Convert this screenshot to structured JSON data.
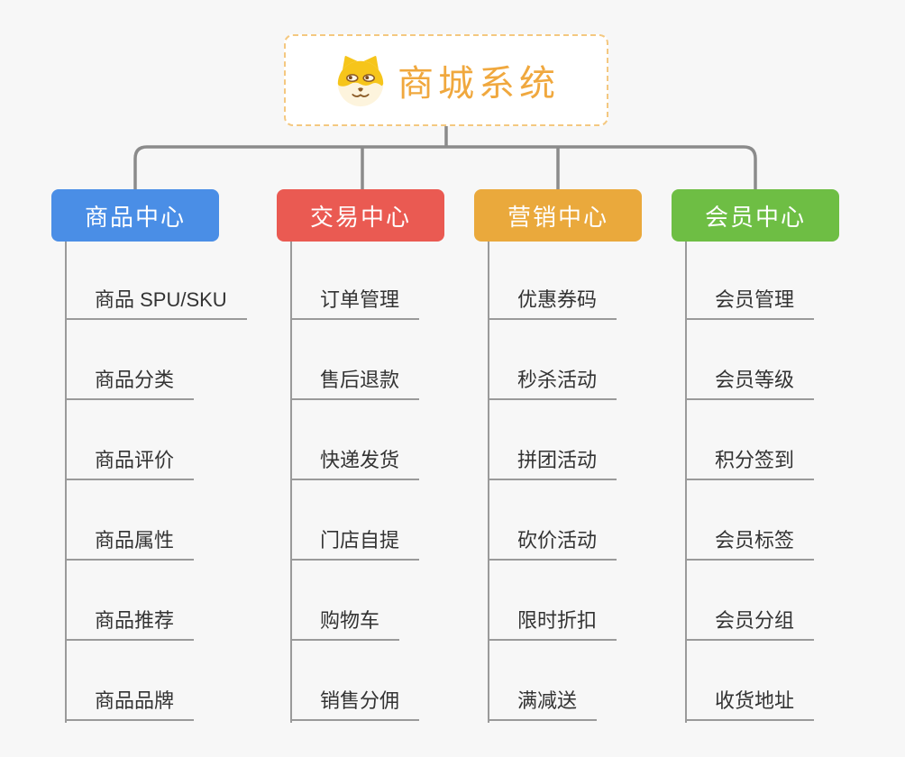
{
  "root": {
    "title": "商城系统",
    "icon": "dog-face-icon",
    "title_color": "#f0a83e",
    "border_color": "#f4c880"
  },
  "branches": [
    {
      "label": "商品中心",
      "color": "#4a8ee6",
      "items": [
        "商品 SPU/SKU",
        "商品分类",
        "商品评价",
        "商品属性",
        "商品推荐",
        "商品品牌"
      ]
    },
    {
      "label": "交易中心",
      "color": "#ea5a52",
      "items": [
        "订单管理",
        "售后退款",
        "快递发货",
        "门店自提",
        "购物车",
        "销售分佣"
      ]
    },
    {
      "label": "营销中心",
      "color": "#eaa93c",
      "items": [
        "优惠券码",
        "秒杀活动",
        "拼团活动",
        "砍价活动",
        "限时折扣",
        "满减送"
      ]
    },
    {
      "label": "会员中心",
      "color": "#6ebe44",
      "items": [
        "会员管理",
        "会员等级",
        "积分签到",
        "会员标签",
        "会员分组",
        "收货地址"
      ]
    }
  ],
  "connector_color": "#8b8b8b"
}
